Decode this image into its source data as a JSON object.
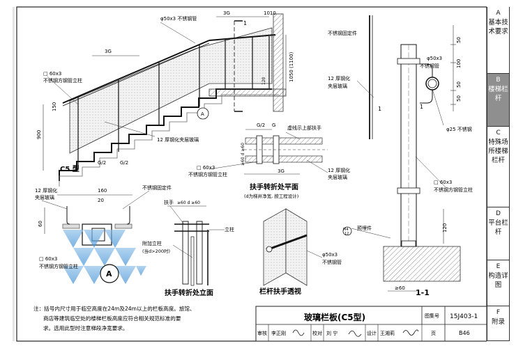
{
  "sidebar": [
    {
      "code": "A",
      "text": "基本技术要求",
      "active": false
    },
    {
      "code": "B",
      "text": "楼梯栏杆",
      "active": true
    },
    {
      "code": "C",
      "text": "特殊场所楼梯栏杆",
      "active": false
    },
    {
      "code": "D",
      "text": "平台栏杆",
      "active": false
    },
    {
      "code": "E",
      "text": "构造详图",
      "active": false
    },
    {
      "code": "F",
      "text": "附录",
      "active": false
    }
  ],
  "labels": {
    "pipe_top": "φ50x3 不锈钢管",
    "fixing_top": "不锈钢固定件",
    "post_left_a": "□ 60x3",
    "post_left_b": "不锈钢方钢管立柱",
    "glass_main": "12 厚钢化夹层玻璃",
    "c5": "C5 型",
    "a_mark": "A",
    "one_mark": "1",
    "dim_3g_top": "3G",
    "dim_3g_mid": "3G",
    "dim_1010": "1010",
    "dim_1050": "1050 (1100)",
    "dim_120": "120",
    "dim_150": "150",
    "dim_900": "900",
    "dim_g2_a": "G/2",
    "dim_g2_b": "G/2",
    "dim_g": "G",
    "plan_virtual": "虚线示上部扶手",
    "plan_post_a": "□ 60x3",
    "plan_post_b": "不锈钢方钢管立柱",
    "plan_glass_a": "12 厚钢化",
    "plan_glass_b": "夹层玻璃",
    "plan_title": "扶手转折处平面",
    "plan_note": "(d为梯井净宽, 按工程设计)",
    "plan_3g": "3G",
    "plan_gg_a": "G/2",
    "plan_gg_b": "G",
    "plan_d": "≥60 d ≥60",
    "plan_d2": "≥60 d ≥60",
    "detA_glass_a": "12 厚钢化",
    "detA_glass_b": "夹层玻璃",
    "detA_fix": "不锈钢固定件",
    "detA_160": "160",
    "detA_20": "20",
    "detA_60": "60",
    "detA_post_a": "□ 60x3",
    "detA_post_b": "不锈钢方钢管立柱",
    "elev_handrail": "扶手",
    "elev_post": "立柱",
    "elev_extra_a": "附加立柱",
    "elev_extra_b": "(当d>200时)",
    "elev_title": "扶手转折处立面",
    "persp_pipe_a": "φ50x3",
    "persp_pipe_b": "不锈钢管",
    "persp_title": "栏杆扶手透视",
    "sec_fix": "不锈钢固定件",
    "sec_pipe_a": "φ50x3",
    "sec_pipe_b": "不锈钢管",
    "sec_glass_a": "12 厚钢化",
    "sec_glass_b": "夹层玻璃",
    "sec_rod": "φ25 不锈钢",
    "sec_post_a": "□ 60x3",
    "sec_post_b": "不锈钢方钢管立柱",
    "sec_embed": "预埋件",
    "sec_m4": "M4",
    "sec_m4b": "12",
    "sec_ge60": "≥60",
    "sec_120": "120",
    "sec_50a": "50",
    "sec_100": "100",
    "sec_50b": "50",
    "sec_50c": "50",
    "sec_title": "1-1",
    "sec_one": "1",
    "sec_one_b": "1"
  },
  "note": {
    "line1": "注：括号内尺寸用于临空高度在24m及24m以上的栏板高度。旅馆、",
    "line2": "商店等建筑临空处的楼梯栏板高度应符合相关规范标准的要",
    "line3": "求。选用此型时注意梯段净宽要求。"
  },
  "titleblock": {
    "title": "玻璃栏板(C5型)",
    "atlas_label": "图集号",
    "atlas_no": "15J403-1",
    "review_label": "审核",
    "review_name": "李正刚",
    "check_label": "校对",
    "check_name": "刘 宁",
    "design_label": "设计",
    "design_name": "王湘莉",
    "page_label": "页",
    "page_no": "B46"
  }
}
